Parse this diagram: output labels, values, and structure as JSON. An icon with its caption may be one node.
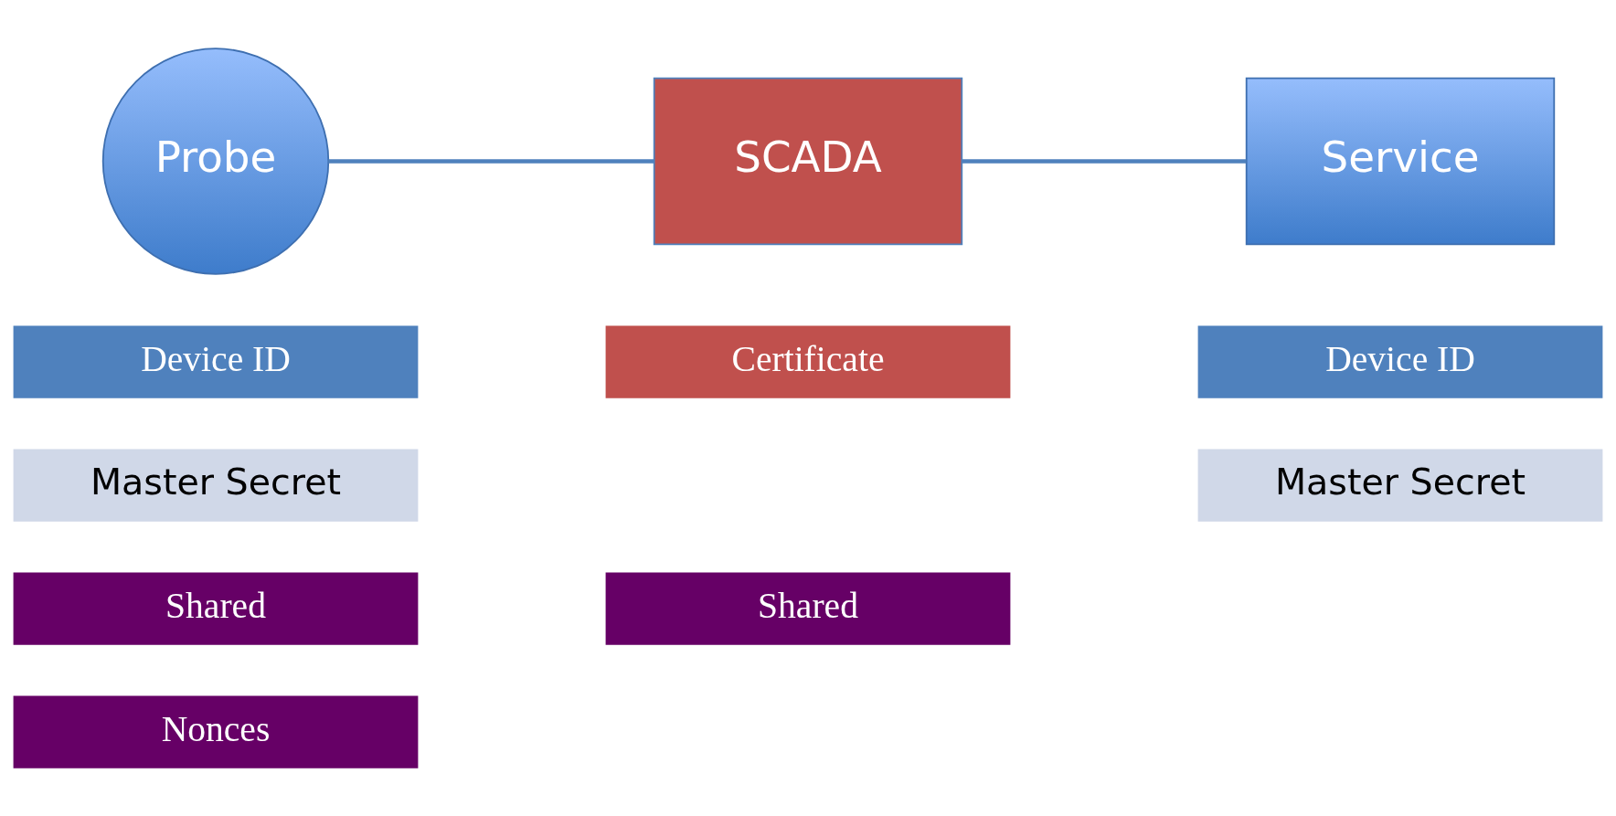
{
  "diagram": {
    "nodes": [
      {
        "text": [
          "Probe"
        ]
      },
      {
        "text": [
          "SCADA"
        ]
      },
      {
        "text": [
          "Service"
        ]
      },
      {
        "text": [
          "Device ID"
        ]
      },
      {
        "text": [
          "Master Secret"
        ]
      },
      {
        "text": [
          "Certificate"
        ]
      },
      {
        "text": [
          "Device ID"
        ]
      },
      {
        "text": [
          "Master Secret"
        ]
      },
      {
        "text": [
          "Shared"
        ]
      },
      {
        "text": [
          "Shared"
        ]
      },
      {
        "text": [
          "Nonces"
        ]
      }
    ],
    "edges": [
      {
        "from": 0,
        "to": 1,
        "arrow": "none"
      },
      {
        "from": 1,
        "to": 2,
        "arrow": "none"
      }
    ]
  }
}
